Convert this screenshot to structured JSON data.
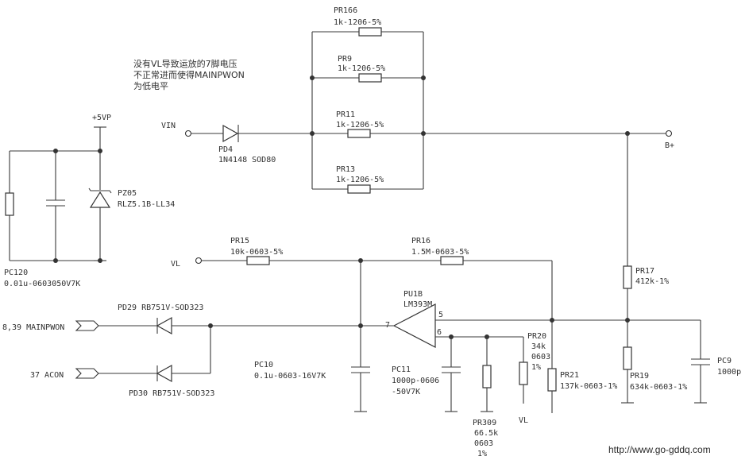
{
  "note": {
    "line1": "没有VL导致运放的7脚电压",
    "line2": "不正常进而使得MAINPWON",
    "line3": "为低电平"
  },
  "labels": {
    "pr166_ref": "PR166",
    "pr166_val": "1k-1206-5%",
    "pr9_ref": "PR9",
    "pr9_val": "1k-1206-5%",
    "pr11_ref": "PR11",
    "pr11_val": "1k-1206-5%",
    "pr13_ref": "PR13",
    "pr13_val": "1k-1206-5%",
    "vin": "VIN",
    "pd4_ref": "PD4",
    "pd4_val": "1N4148 SOD80",
    "bplus": "B+",
    "p5vp": "+5VP",
    "pz05_ref": "PZ05",
    "pz05_val": "RLZ5.1B-LL34",
    "pc120_ref": "PC120",
    "pc120_val": "0.01u-0603050V7K",
    "vl_in": "VL",
    "pr15_ref": "PR15",
    "pr15_val": "10k-0603-5%",
    "pr16_ref": "PR16",
    "pr16_val": "1.5M-0603-5%",
    "pr17_ref": "PR17",
    "pr17_val": "412k-1%",
    "pu1b_ref": "PU1B",
    "pu1b_val": "LM393M",
    "pin5": "5",
    "pin6": "6",
    "pin7": "7",
    "pd29_ref": "PD29",
    "pd29_val": "RB751V-SOD323",
    "pd30_ref": "PD30",
    "pd30_val": "RB751V-SOD323",
    "mainpwon": "8,39 MAINPWON",
    "acon": "37 ACON",
    "pc10_ref": "PC10",
    "pc10_val": "0.1u-0603-16V7K",
    "pc11_ref": "PC11",
    "pc11_val1": "1000p-0606",
    "pc11_val2": "-50V7K",
    "pr20_ref": "PR20",
    "pr20_val1": "34k",
    "pr20_val2": "0603",
    "pr20_val3": "1%",
    "pr21_ref": "PR21",
    "pr21_val": "137k-0603-1%",
    "pr19_ref": "PR19",
    "pr19_val": "634k-0603-1%",
    "pc9_ref": "PC9",
    "pc9_val": "1000p",
    "pr309_ref": "PR309",
    "pr309_val1": "66.5k",
    "pr309_val2": "0603",
    "pr309_val3": "1%",
    "vl_bottom": "VL",
    "url": "http://www.go-gddq.com"
  }
}
